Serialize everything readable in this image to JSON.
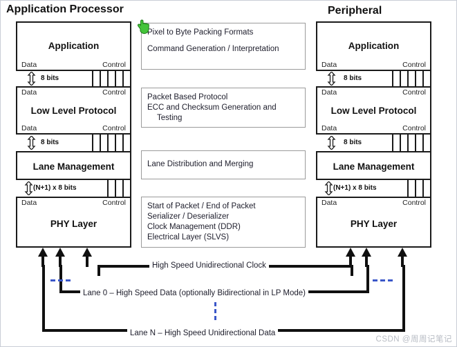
{
  "diagram": {
    "columns": {
      "application_processor": {
        "title": "Application Processor",
        "layers": [
          {
            "name": "Application",
            "port_top_data": "",
            "port_top_control": "",
            "port_bottom_data": "Data",
            "port_bottom_control": "Control"
          },
          {
            "name": "Low Level Protocol",
            "port_top_data": "Data",
            "port_top_control": "Control",
            "port_bottom_data": "Data",
            "port_bottom_control": "Control"
          },
          {
            "name": "Lane Management",
            "port_top_data": "",
            "port_top_control": "",
            "port_bottom_data": "",
            "port_bottom_control": ""
          },
          {
            "name": "PHY Layer",
            "port_top_data": "Data",
            "port_top_control": "Control",
            "port_bottom_data": "",
            "port_bottom_control": ""
          }
        ],
        "interfaces": [
          "8 bits",
          "8 bits",
          "(N+1) x 8 bits"
        ]
      },
      "peripheral": {
        "title": "Peripheral",
        "layers": [
          {
            "name": "Application",
            "port_top_data": "",
            "port_top_control": "",
            "port_bottom_data": "Data",
            "port_bottom_control": "Control"
          },
          {
            "name": "Low Level Protocol",
            "port_top_data": "Data",
            "port_top_control": "Control",
            "port_bottom_data": "Data",
            "port_bottom_control": "Control"
          },
          {
            "name": "Lane Management",
            "port_top_data": "",
            "port_top_control": "",
            "port_bottom_data": "",
            "port_bottom_control": ""
          },
          {
            "name": "PHY Layer",
            "port_top_data": "Data",
            "port_top_control": "Control",
            "port_bottom_data": "",
            "port_bottom_control": ""
          }
        ],
        "interfaces": [
          "8 bits",
          "8 bits",
          "(N+1) x 8 bits"
        ]
      }
    },
    "descriptions": [
      {
        "id": "application-desc",
        "lines": [
          "Pixel to Byte Packing Formats",
          "Command Generation / Interpretation"
        ]
      },
      {
        "id": "low-level-desc",
        "lines": [
          "Packet Based Protocol",
          "ECC and Checksum Generation and",
          "Testing"
        ]
      },
      {
        "id": "lane-management-desc",
        "lines": [
          "Lane Distribution and Merging"
        ]
      },
      {
        "id": "phy-desc",
        "lines": [
          "Start of Packet / End of Packet",
          "Serializer / Deserializer",
          "Clock Management (DDR)",
          "Electrical Layer (SLVS)"
        ]
      }
    ],
    "signals": {
      "clock": "High Speed Unidirectional Clock",
      "lane0": "Lane 0 – High Speed Data (optionally Bidirectional in LP Mode)",
      "laneN": "Lane N – High Speed Unidirectional Data"
    },
    "cursor": "hand-pointer-cursor",
    "watermark": "CSDN @周周记笔记",
    "colors": {
      "stroke": "#1a1a1a",
      "desc_border": "#9a9a9a",
      "accent_blue": "#3a56c8",
      "cursor_green": "#44c43a",
      "watermark": "#b8bcc4"
    }
  }
}
